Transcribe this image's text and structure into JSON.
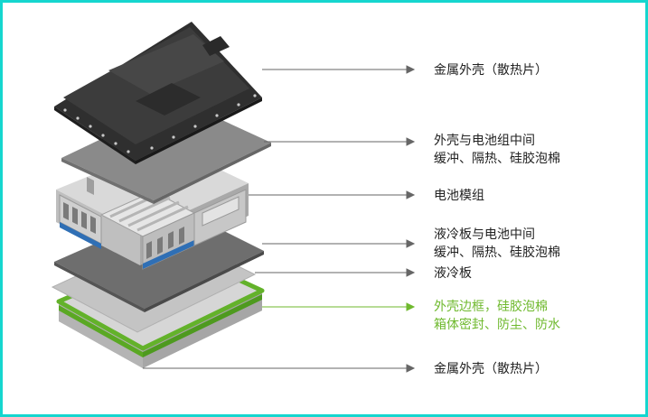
{
  "colors": {
    "frame": "#15d6cf",
    "leader": "#666666",
    "accent": "#6fb92e",
    "text": "#222222"
  },
  "labels": [
    {
      "id": "top-shell",
      "lines": [
        "金属外壳（散热片）"
      ],
      "highlight": false
    },
    {
      "id": "shell-module-buffer",
      "lines": [
        "外壳与电池组中间",
        "缓冲、隔热、硅胶泡棉"
      ],
      "highlight": false
    },
    {
      "id": "battery-module",
      "lines": [
        "电池模组"
      ],
      "highlight": false
    },
    {
      "id": "coldplate-module-buffer",
      "lines": [
        "液冷板与电池中间",
        "缓冲、隔热、硅胶泡棉"
      ],
      "highlight": false
    },
    {
      "id": "cold-plate",
      "lines": [
        "液冷板"
      ],
      "highlight": false
    },
    {
      "id": "frame-seal",
      "lines": [
        "外壳边框，硅胶泡棉",
        "箱体密封、防尘、防水"
      ],
      "highlight": true
    },
    {
      "id": "bottom-shell",
      "lines": [
        "金属外壳（散热片）"
      ],
      "highlight": false
    }
  ]
}
